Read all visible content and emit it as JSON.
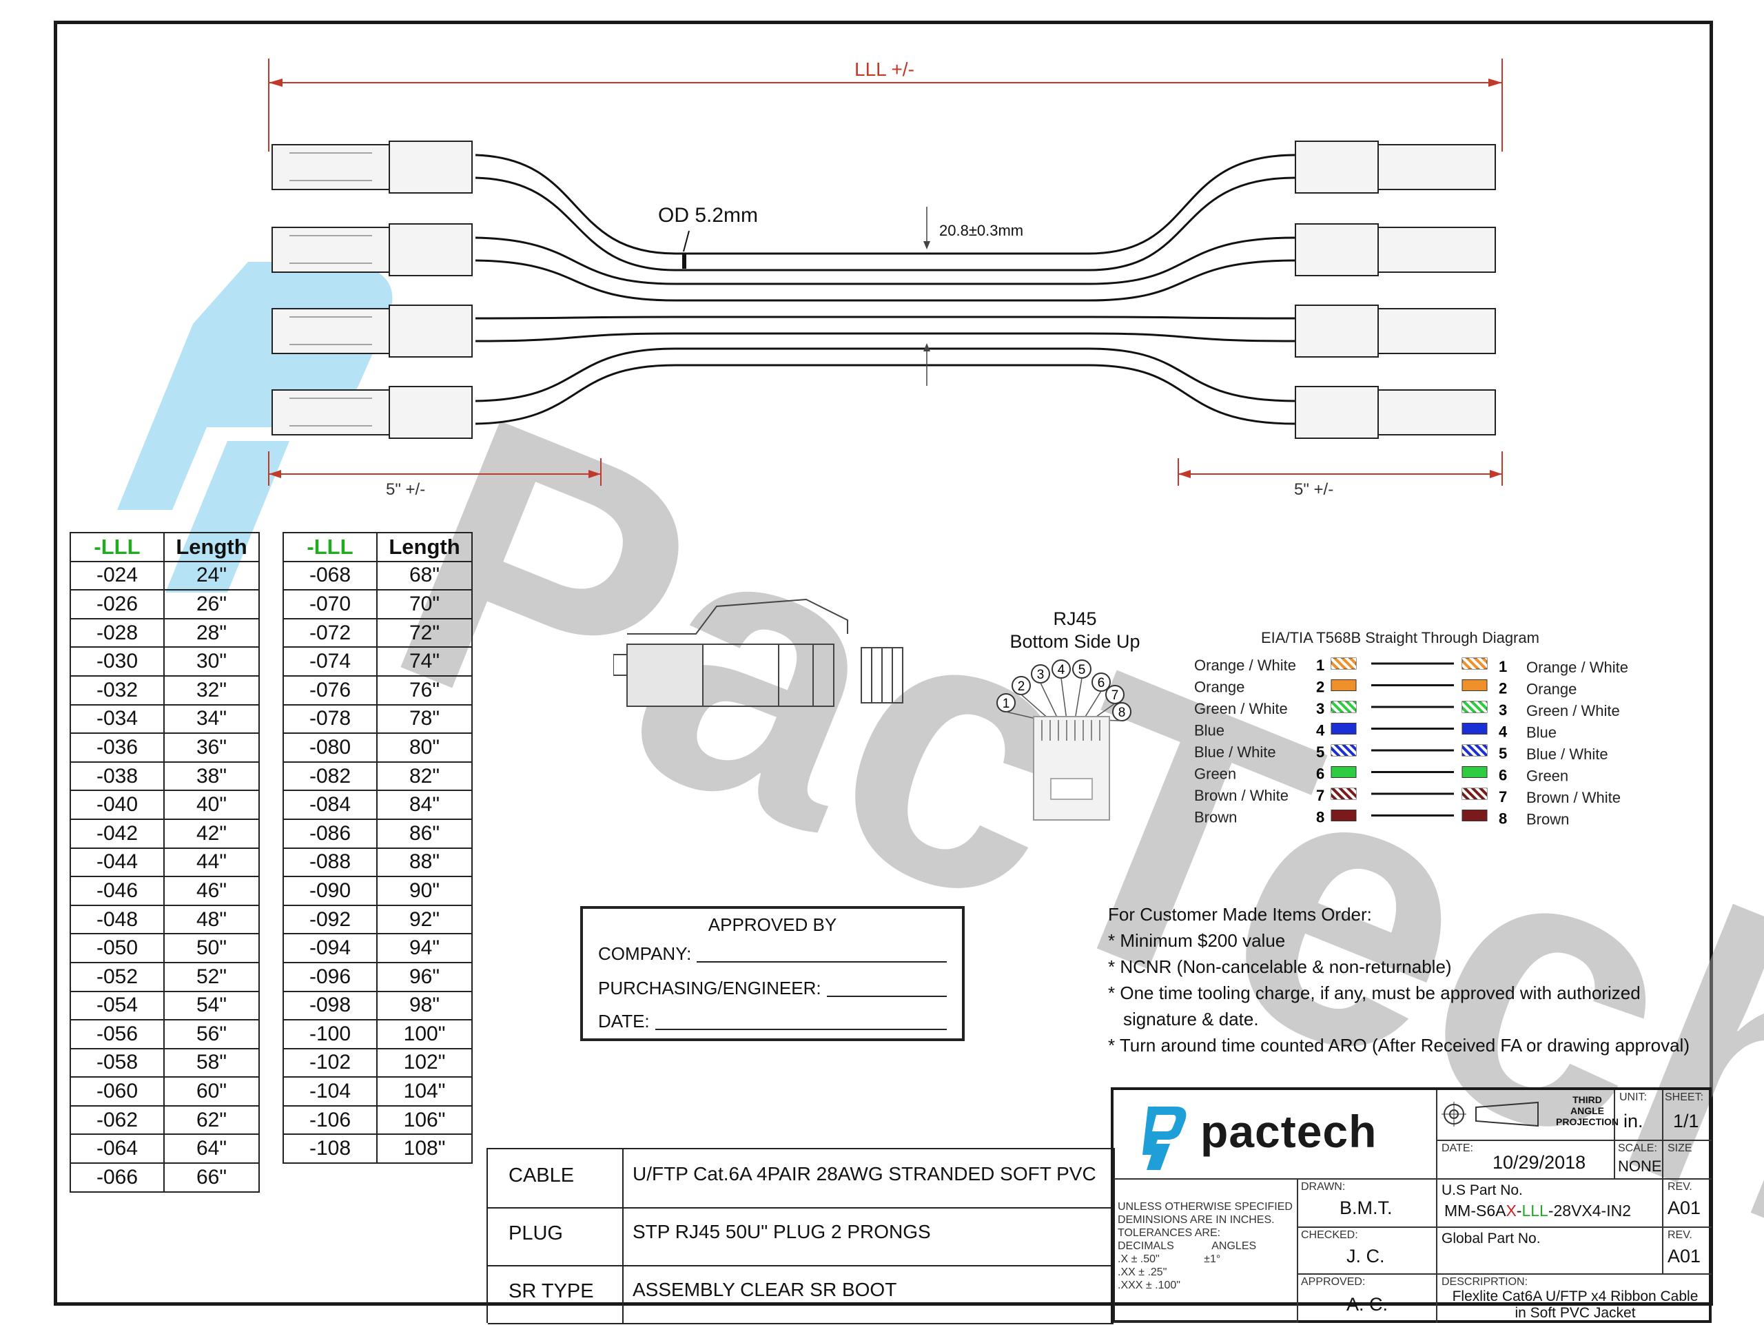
{
  "cable_drawing": {
    "overall_length": "LLL +/-",
    "outer_diameter": "OD 5.2mm",
    "ribbon_width": "20.8±0.3mm",
    "left_breakout": "5\" +/-",
    "right_breakout": "5\" +/-"
  },
  "watermark": "PacTech",
  "length_table": {
    "headers": [
      "-LLL",
      "Length"
    ],
    "left_rows": [
      [
        "-024",
        "24\""
      ],
      [
        "-026",
        "26\""
      ],
      [
        "-028",
        "28\""
      ],
      [
        "-030",
        "30\""
      ],
      [
        "-032",
        "32\""
      ],
      [
        "-034",
        "34\""
      ],
      [
        "-036",
        "36\""
      ],
      [
        "-038",
        "38\""
      ],
      [
        "-040",
        "40\""
      ],
      [
        "-042",
        "42\""
      ],
      [
        "-044",
        "44\""
      ],
      [
        "-046",
        "46\""
      ],
      [
        "-048",
        "48\""
      ],
      [
        "-050",
        "50\""
      ],
      [
        "-052",
        "52\""
      ],
      [
        "-054",
        "54\""
      ],
      [
        "-056",
        "56\""
      ],
      [
        "-058",
        "58\""
      ],
      [
        "-060",
        "60\""
      ],
      [
        "-062",
        "62\""
      ],
      [
        "-064",
        "64\""
      ],
      [
        "-066",
        "66\""
      ]
    ],
    "right_rows": [
      [
        "-068",
        "68\""
      ],
      [
        "-070",
        "70\""
      ],
      [
        "-072",
        "72\""
      ],
      [
        "-074",
        "74\""
      ],
      [
        "-076",
        "76\""
      ],
      [
        "-078",
        "78\""
      ],
      [
        "-080",
        "80\""
      ],
      [
        "-082",
        "82\""
      ],
      [
        "-084",
        "84\""
      ],
      [
        "-086",
        "86\""
      ],
      [
        "-088",
        "88\""
      ],
      [
        "-090",
        "90\""
      ],
      [
        "-092",
        "92\""
      ],
      [
        "-094",
        "94\""
      ],
      [
        "-096",
        "96\""
      ],
      [
        "-098",
        "98\""
      ],
      [
        "-100",
        "100\""
      ],
      [
        "-102",
        "102\""
      ],
      [
        "-104",
        "104\""
      ],
      [
        "-106",
        "106\""
      ],
      [
        "-108",
        "108\""
      ]
    ]
  },
  "rj45": {
    "title_line1": "RJ45",
    "title_line2": "Bottom Side Up",
    "pins": [
      "1",
      "2",
      "3",
      "4",
      "5",
      "6",
      "7",
      "8"
    ]
  },
  "wiring": {
    "title": "EIA/TIA T568B Straight Through Diagram",
    "pairs": [
      {
        "pin": "1",
        "label": "Orange / White",
        "color": "#f0902a",
        "striped": true
      },
      {
        "pin": "2",
        "label": "Orange",
        "color": "#f0902a",
        "striped": false
      },
      {
        "pin": "3",
        "label": "Green / White",
        "color": "#2ecc40",
        "striped": true
      },
      {
        "pin": "4",
        "label": "Blue",
        "color": "#1a2fd6",
        "striped": false
      },
      {
        "pin": "5",
        "label": "Blue / White",
        "color": "#1a2fd6",
        "striped": true
      },
      {
        "pin": "6",
        "label": "Green",
        "color": "#2ecc40",
        "striped": false
      },
      {
        "pin": "7",
        "label": "Brown / White",
        "color": "#7a1a1a",
        "striped": true
      },
      {
        "pin": "8",
        "label": "Brown",
        "color": "#7a1a1a",
        "striped": false
      }
    ]
  },
  "approval": {
    "title": "APPROVED BY",
    "company": "COMPANY:",
    "purchasing": "PURCHASING/ENGINEER:",
    "date": "DATE:"
  },
  "notes": {
    "heading": "For Customer Made Items Order:",
    "items": [
      "* Minimum $200 value",
      "* NCNR (Non-cancelable & non-returnable)",
      "* One time tooling charge, if any, must be approved with authorized",
      "signature & date.",
      "* Turn around time counted ARO (After Received FA or drawing approval)"
    ]
  },
  "spec": {
    "cable_label": "CABLE",
    "cable_value": "U/FTP Cat.6A 4PAIR 28AWG STRANDED SOFT PVC",
    "plug_label": "PLUG",
    "plug_value": "STP RJ45 50U\" PLUG 2 PRONGS",
    "sr_label": "SR TYPE",
    "sr_value": "ASSEMBLY  CLEAR SR BOOT"
  },
  "title_block": {
    "logo_text": "pactech",
    "projection_line1": "THIRD",
    "projection_line2": "ANGLE",
    "projection_line3": "PROJECTION",
    "unit_label": "UNIT:",
    "unit_value": "in.",
    "sheet_label": "SHEET:",
    "sheet_value": "1/1",
    "date_label": "DATE:",
    "date_value": "10/29/2018",
    "scale_label": "SCALE:",
    "scale_value": "NONE",
    "size_label": "SIZE",
    "tolerance_line1": "UNLESS OTHERWISE SPECIFIED",
    "tolerance_line2": "DEMINSIONS ARE IN INCHES.",
    "tolerance_line3": "TOLERANCES ARE:",
    "decimals_label": "DECIMALS",
    "angles_label": "ANGLES",
    "tol_x": ".X    ± .50\"",
    "tol_xx": ".XX   ± .25\"",
    "tol_xxx": ".XXX  ± .100\"",
    "tol_angle": "±1°",
    "drawn_label": "DRAWN:",
    "drawn_value": "B.M.T.",
    "checked_label": "CHECKED:",
    "checked_value": "J. C.",
    "approved_label": "APPROVED:",
    "approved_value": "A. C.",
    "us_part_label": "U.S Part No.",
    "part_prefix": "MM-S6A",
    "part_x": "X",
    "part_dash": "-",
    "part_lll": "LLL",
    "part_suffix": "-28VX4-IN2",
    "rev_label": "REV.",
    "rev_value": "A01",
    "global_part_label": "Global Part No.",
    "rev2_label": "REV.",
    "rev2_value": "A01",
    "desc_label": "DESCRIPRTION:",
    "desc_line1": "Flexlite Cat6A U/FTP x4 Ribbon Cable",
    "desc_line2": "in Soft PVC Jacket"
  }
}
